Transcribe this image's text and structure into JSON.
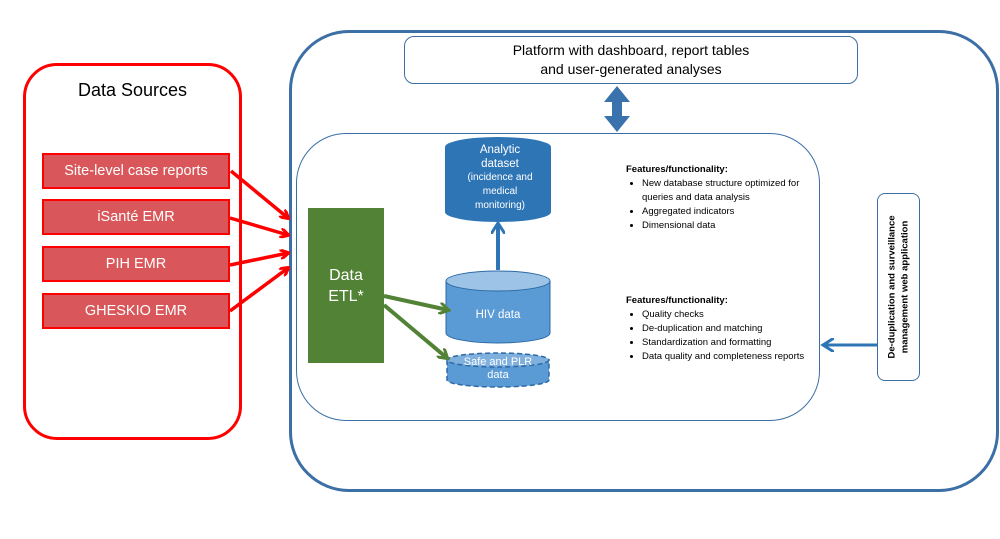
{
  "data_sources": {
    "title": "Data Sources",
    "items": [
      {
        "label": "Site-level case reports"
      },
      {
        "label": "iSanté EMR"
      },
      {
        "label": "PIH EMR"
      },
      {
        "label": "GHESKIO EMR"
      }
    ]
  },
  "platform": {
    "line1": "Platform with dashboard, report tables",
    "line2": "and user-generated analyses"
  },
  "etl": {
    "line1": "Data",
    "line2": "ETL*"
  },
  "datasets": {
    "analytic": {
      "line1": "Analytic",
      "line2": "dataset",
      "line3": "(incidence and",
      "line4": "medical",
      "line5": "monitoring)"
    },
    "hiv": {
      "label": "HIV data"
    },
    "safe": {
      "line1": "Safe and PLR",
      "line2": "data"
    }
  },
  "features_top": {
    "title": "Features/functionality:",
    "items": [
      "New database structure optimized for queries and data analysis",
      "Aggregated indicators",
      "Dimensional data"
    ]
  },
  "features_bottom": {
    "title": "Features/functionality:",
    "items": [
      "Quality checks",
      "De-duplication and matching",
      "Standardization and formatting",
      "Data quality and completeness reports"
    ]
  },
  "dedup_app": {
    "line1": "De-duplication and surveillance",
    "line2": "management web application"
  },
  "colors": {
    "source_border": "#ff0000",
    "source_fill": "#d9575a",
    "platform_blue": "#3c6fa5",
    "etl_green": "#528235",
    "cylinder_dark": "#2e75b6",
    "cylinder_light": "#5b9bd5"
  }
}
